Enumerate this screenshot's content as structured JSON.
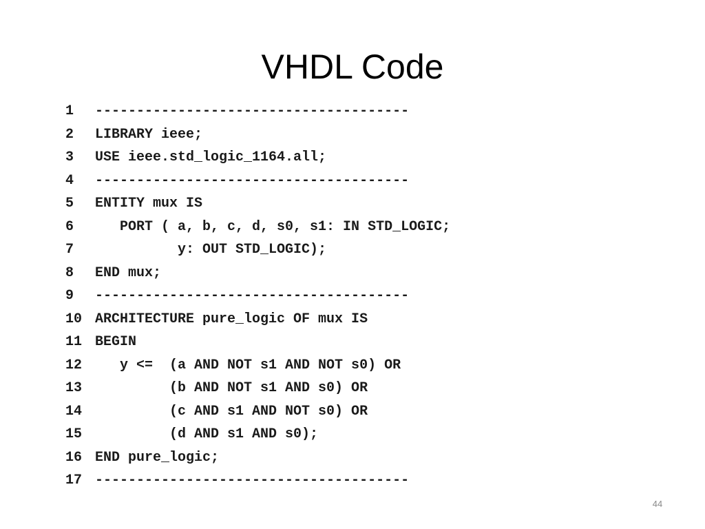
{
  "slide": {
    "title": "VHDL Code",
    "page_number": "44"
  },
  "code": {
    "lines": [
      {
        "num": "1",
        "text": "--------------------------------------"
      },
      {
        "num": "2",
        "text": "LIBRARY ieee;"
      },
      {
        "num": "3",
        "text": "USE ieee.std_logic_1164.all;"
      },
      {
        "num": "4",
        "text": "--------------------------------------"
      },
      {
        "num": "5",
        "text": "ENTITY mux IS"
      },
      {
        "num": "6",
        "text": "   PORT ( a, b, c, d, s0, s1: IN STD_LOGIC;"
      },
      {
        "num": "7",
        "text": "          y: OUT STD_LOGIC);"
      },
      {
        "num": "8",
        "text": "END mux;"
      },
      {
        "num": "9",
        "text": "--------------------------------------"
      },
      {
        "num": "10",
        "text": "ARCHITECTURE pure_logic OF mux IS"
      },
      {
        "num": "11",
        "text": "BEGIN"
      },
      {
        "num": "12",
        "text": "   y <=  (a AND NOT s1 AND NOT s0) OR"
      },
      {
        "num": "13",
        "text": "         (b AND NOT s1 AND s0) OR"
      },
      {
        "num": "14",
        "text": "         (c AND s1 AND NOT s0) OR"
      },
      {
        "num": "15",
        "text": "         (d AND s1 AND s0);"
      },
      {
        "num": "16",
        "text": "END pure_logic;"
      },
      {
        "num": "17",
        "text": "--------------------------------------"
      }
    ]
  }
}
